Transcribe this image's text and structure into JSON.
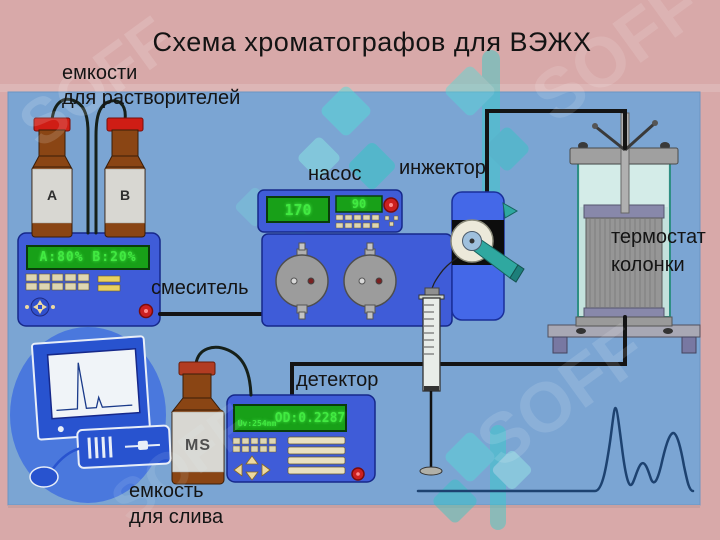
{
  "title": "Схема хроматографов для ВЭЖХ",
  "labels": {
    "solvent_containers_line1": "емкости",
    "solvent_containers_line2": "для растворителей",
    "pump": "насос",
    "injector": "инжектор",
    "thermostat_line1": "термостат",
    "thermostat_line2": "колонки",
    "mixer": "смеситель",
    "detector": "детектор",
    "waste_line1": "емкость",
    "waste_line2": "для слива"
  },
  "bottles": {
    "a": "A",
    "b": "B",
    "waste": "MS"
  },
  "displays": {
    "mixer_gradient": "A:80% B:20%",
    "pump_left": "170",
    "pump_right": "90",
    "detector_wavelength": "Uv:254nm",
    "detector_reading": "OD:0.2287"
  },
  "watermark": {
    "text": "SOFF"
  },
  "colors": {
    "background": "#d8a9a9",
    "panel": "#7ba5d3",
    "device_blue": "#3f5cd8",
    "display_green_bg": "#18a018",
    "display_green_text": "#41ea41",
    "accent_teal": "#2fa8a0",
    "bottle_brown": "#8a4514",
    "cap_red": "#cf1d15"
  }
}
